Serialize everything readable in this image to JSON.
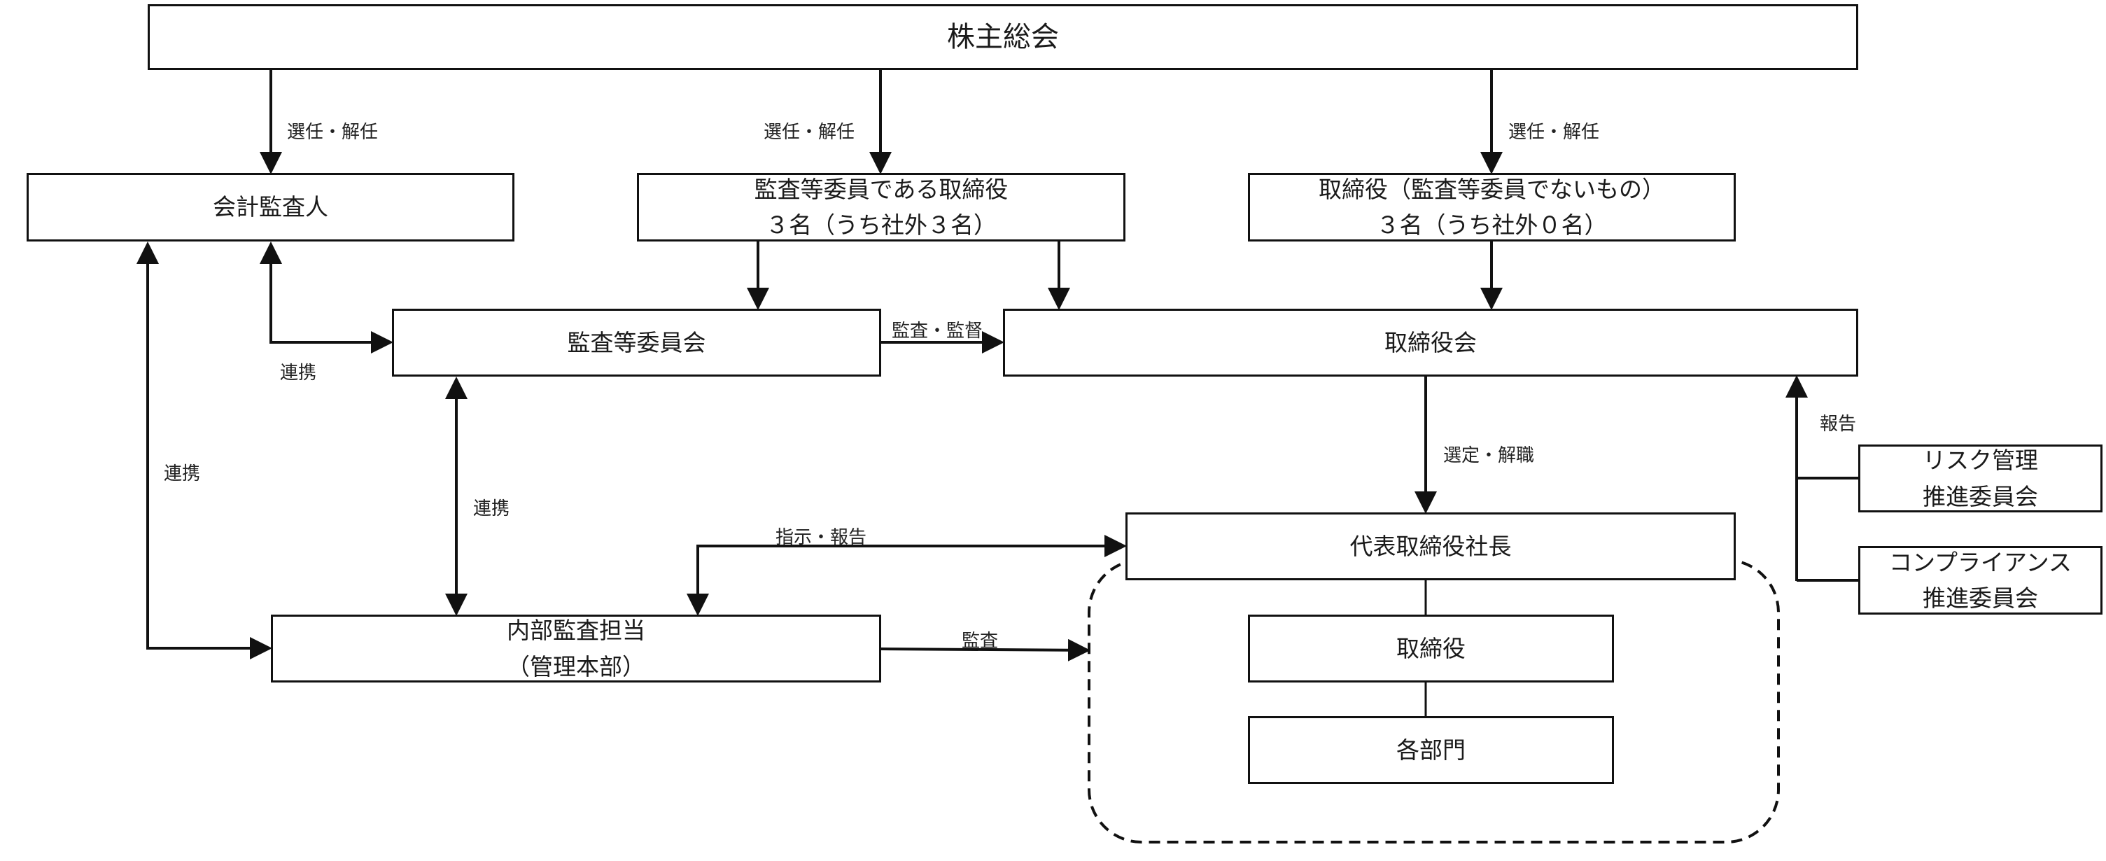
{
  "title": "コーポレート・ガバナンス体制図",
  "nodes": {
    "shareholders_meeting": {
      "lines": [
        "株主総会"
      ]
    },
    "accounting_auditor": {
      "lines": [
        "会計監査人"
      ]
    },
    "audit_committee_directors": {
      "lines": [
        "監査等委員である取締役",
        "３名（うち社外３名）"
      ]
    },
    "non_audit_directors": {
      "lines": [
        "取締役（監査等委員でないもの）",
        "３名（うち社外０名）"
      ]
    },
    "audit_committee": {
      "lines": [
        "監査等委員会"
      ]
    },
    "board_of_directors": {
      "lines": [
        "取締役会"
      ]
    },
    "president": {
      "lines": [
        "代表取締役社長"
      ]
    },
    "internal_audit": {
      "lines": [
        "内部監査担当",
        "（管理本部）"
      ]
    },
    "directors": {
      "lines": [
        "取締役"
      ]
    },
    "departments": {
      "lines": [
        "各部門"
      ]
    },
    "risk_committee": {
      "lines": [
        "リスク管理",
        "推進委員会"
      ]
    },
    "compliance_committee": {
      "lines": [
        "コンプライアンス",
        "推進委員会"
      ]
    }
  },
  "edge_labels": {
    "appoint_auditor": "選任・解任",
    "appoint_audit_directors": "選任・解任",
    "appoint_directors": "選任・解任",
    "coop_auditor_committee": "連携",
    "coop_auditor_internal": "連携",
    "coop_committee_internal": "連携",
    "audit_supervise": "監査・監督",
    "select_dismiss": "選定・解職",
    "instruct_report": "指示・報告",
    "audit": "監査",
    "report": "報告"
  }
}
